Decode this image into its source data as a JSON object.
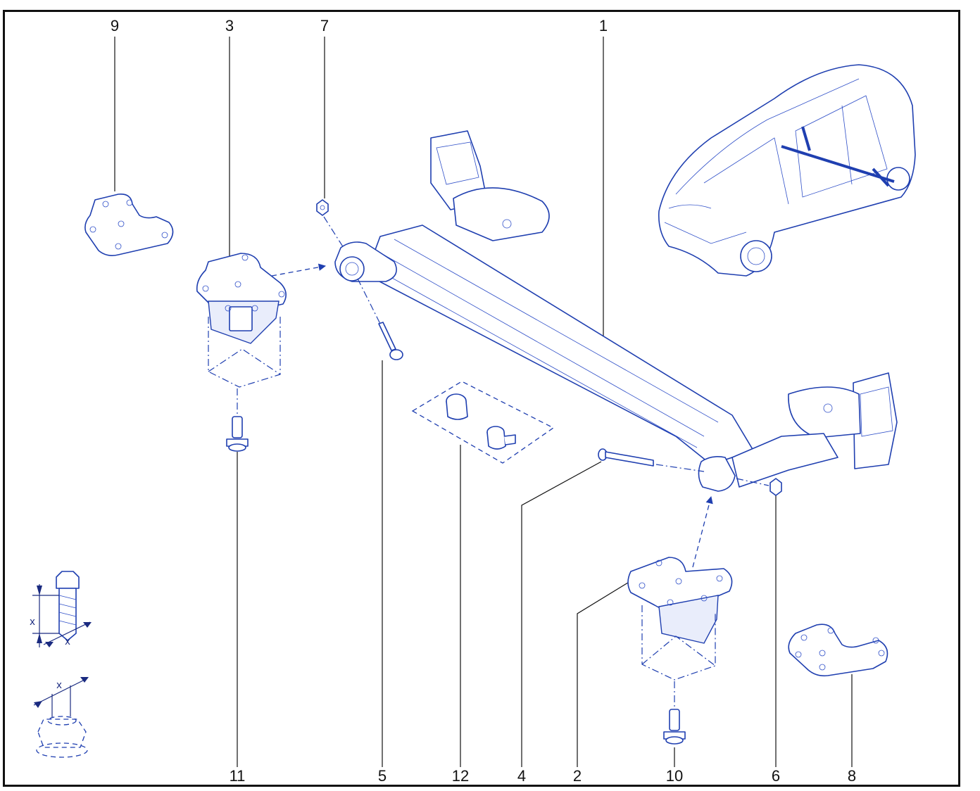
{
  "callouts": {
    "c1": "1",
    "c2": "2",
    "c3": "3",
    "c4": "4",
    "c5": "5",
    "c6": "6",
    "c7": "7",
    "c8": "8",
    "c9": "9",
    "c10": "10",
    "c11": "11",
    "c12": "12"
  },
  "dimension_labels": {
    "bolt_x1": "x",
    "bolt_x2": "x",
    "nut_x": "x"
  },
  "colors": {
    "line": "#1f3fb0",
    "frame": "#111111",
    "callout": "#111111"
  }
}
